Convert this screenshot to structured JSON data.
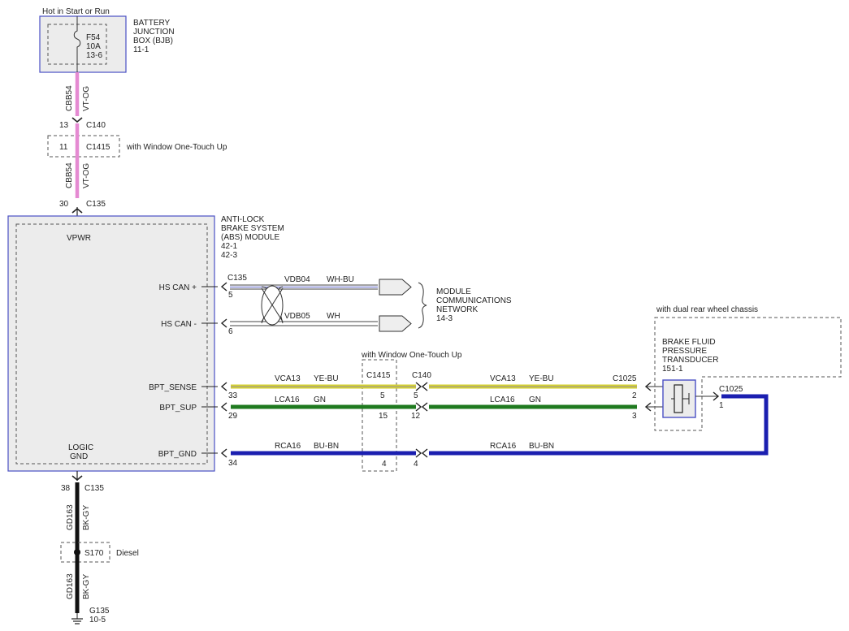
{
  "colors": {
    "module_border": "#4a4fc4",
    "module_fill": "#ececec",
    "wire_vt_og": "#e58ad2",
    "wire_ye_bu": "#d6d12f",
    "wire_gn": "#1f7a1f",
    "wire_bu_bn": "#1b1fb0",
    "wire_bk_gy": "#111111",
    "can_wire": "#8b8fd6"
  },
  "icons": {
    "fuse": "fuse-icon",
    "connector": "connector-chevron-icon",
    "ground": "ground-icon",
    "splice": "splice-dot-icon",
    "network": "network-arrow-icon",
    "transducer": "transducer-icon"
  },
  "power": {
    "hot_label": "Hot in Start or Run",
    "bjb": {
      "line1": "BATTERY",
      "line2": "JUNCTION",
      "line3": "BOX (BJB)",
      "ref": "11-1",
      "fuse_name": "F54",
      "fuse_rating": "10A",
      "fuse_ref": "13-6"
    },
    "wire_upper": {
      "circuit": "CBB54",
      "color": "VT-OG"
    },
    "wire_lower": {
      "circuit": "CBB54",
      "color": "VT-OG"
    },
    "c140_pin": "13",
    "c140_name": "C140",
    "c1415_pin": "11",
    "c1415_name": "C1415",
    "c1415_note": "with Window One-Touch Up",
    "c135_pin": "30",
    "c135_name": "C135"
  },
  "abs": {
    "line1": "ANTI-LOCK",
    "line2": "BRAKE SYSTEM",
    "line3": "(ABS) MODULE",
    "ref1": "42-1",
    "ref2": "42-3",
    "vpwr": "VPWR",
    "logic1": "LOGIC",
    "logic2": "GND",
    "hs_can_plus": "HS CAN +",
    "hs_can_minus": "HS CAN -",
    "bpt_sense": "BPT_SENSE",
    "bpt_sup": "BPT_SUP",
    "bpt_gnd": "BPT_GND"
  },
  "can": {
    "connector": "C135",
    "plus": {
      "pin": "5",
      "circuit": "VDB04",
      "color": "WH-BU"
    },
    "minus": {
      "pin": "6",
      "circuit": "VDB05",
      "color": "WH"
    },
    "network_line1": "MODULE",
    "network_line2": "COMMUNICATIONS",
    "network_line3": "NETWORK",
    "network_ref": "14-3"
  },
  "sensor": {
    "c1415_note": "with Window One-Touch Up",
    "c1415_name": "C1415",
    "c140_name": "C140",
    "c1025_name": "C1025",
    "c1025_name2": "C1025",
    "c1025_pin_gnd": "1",
    "chassis_note": "with dual rear wheel chassis",
    "bfpt_line1": "BRAKE FLUID",
    "bfpt_line2": "PRESSURE",
    "bfpt_line3": "TRANSDUCER",
    "bfpt_ref": "151-1",
    "sense": {
      "pin_abs": "33",
      "circuit": "VCA13",
      "color": "YE-BU",
      "pin_c1415": "5",
      "pin_c140": "5",
      "circuit2": "VCA13",
      "color2": "YE-BU",
      "pin_c1025": "2"
    },
    "sup": {
      "pin_abs": "29",
      "circuit": "LCA16",
      "color": "GN",
      "pin_c1415": "15",
      "pin_c140": "12",
      "circuit2": "LCA16",
      "color2": "GN",
      "pin_c1025": "3"
    },
    "gnd": {
      "pin_abs": "34",
      "circuit": "RCA16",
      "color": "BU-BN",
      "pin_c1415": "4",
      "pin_c140": "4",
      "circuit2": "RCA16",
      "color2": "BU-BN"
    }
  },
  "ground": {
    "c135_pin": "38",
    "c135_name": "C135",
    "wire_upper": {
      "circuit": "GD163",
      "color": "BK-GY"
    },
    "wire_lower": {
      "circuit": "GD163",
      "color": "BK-GY"
    },
    "splice": "S170",
    "splice_note": "Diesel",
    "g_name": "G135",
    "g_ref": "10-5"
  }
}
